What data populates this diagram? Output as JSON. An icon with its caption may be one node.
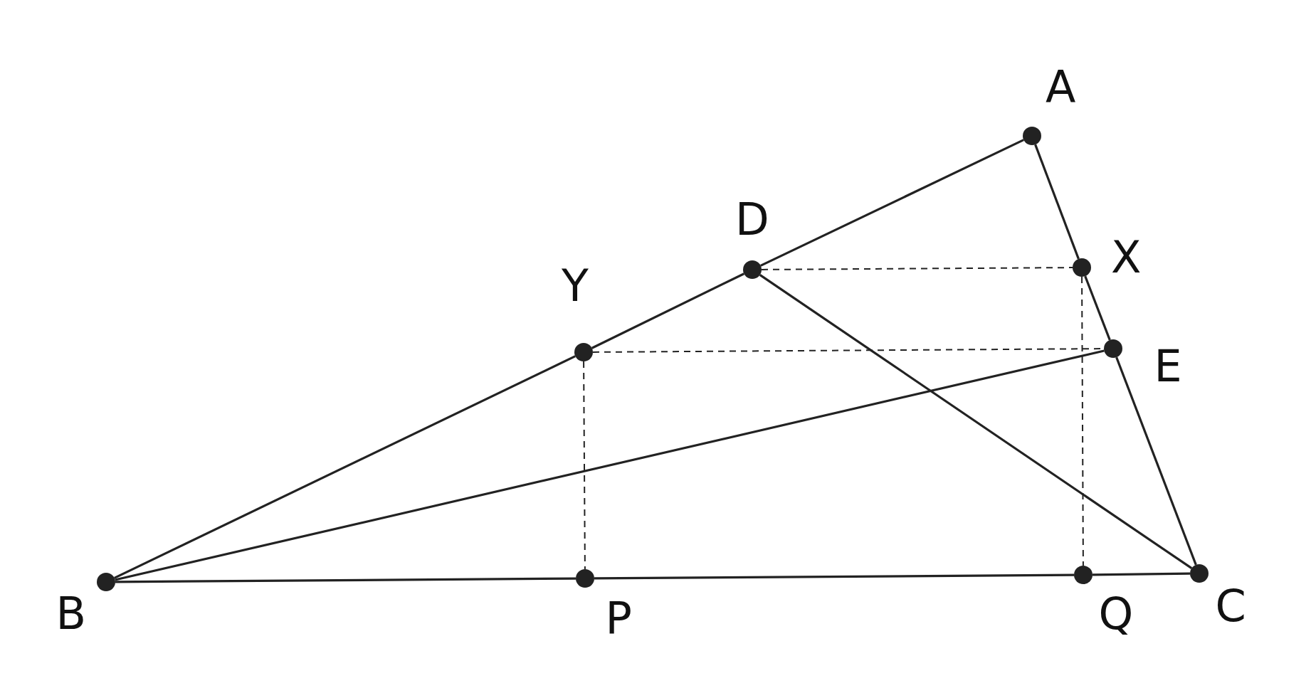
{
  "diagram": {
    "nodes": [
      {
        "text": [
          "A"
        ]
      },
      {
        "text": [
          "D"
        ]
      },
      {
        "text": [
          "X"
        ]
      },
      {
        "text": [
          "Y"
        ]
      },
      {
        "text": [
          "E"
        ]
      },
      {
        "text": [
          "B"
        ]
      },
      {
        "text": [
          "P"
        ]
      },
      {
        "text": [
          "Q"
        ]
      },
      {
        "text": [
          "C"
        ]
      }
    ],
    "edges": [
      {
        "from": 5,
        "to": 3,
        "arrow": "none"
      },
      {
        "from": 3,
        "to": 1,
        "arrow": "none"
      },
      {
        "from": 1,
        "to": 0,
        "arrow": "none"
      },
      {
        "from": 0,
        "to": 2,
        "arrow": "none"
      },
      {
        "from": 2,
        "to": 4,
        "arrow": "none"
      },
      {
        "from": 4,
        "to": 8,
        "arrow": "none"
      },
      {
        "from": 5,
        "to": 6,
        "arrow": "none"
      },
      {
        "from": 6,
        "to": 7,
        "arrow": "none"
      },
      {
        "from": 7,
        "to": 8,
        "arrow": "none"
      },
      {
        "from": 5,
        "to": 4,
        "arrow": "none"
      },
      {
        "from": 1,
        "to": 8,
        "arrow": "none"
      },
      {
        "from": 1,
        "to": 2,
        "arrow": "none",
        "style": "dashed"
      },
      {
        "from": 3,
        "to": 4,
        "arrow": "none",
        "style": "dashed"
      },
      {
        "from": 3,
        "to": 6,
        "arrow": "none",
        "style": "dashed"
      },
      {
        "from": 2,
        "to": 7,
        "arrow": "none",
        "style": "dashed"
      }
    ]
  }
}
